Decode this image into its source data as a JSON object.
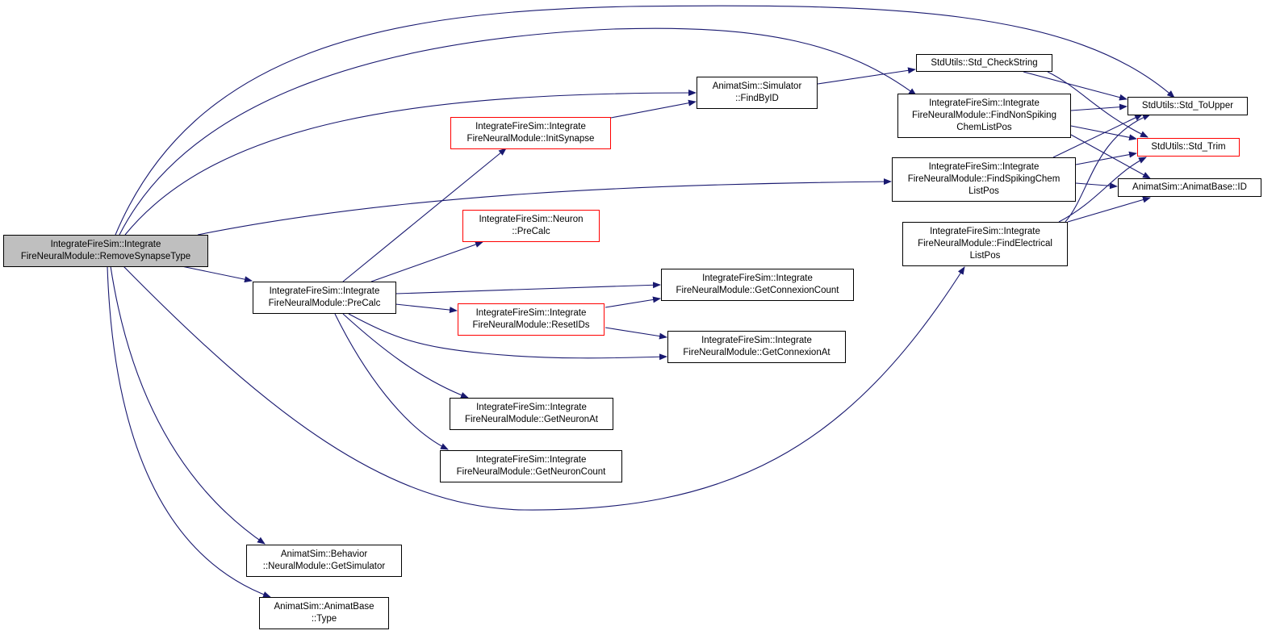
{
  "diagram": {
    "edge_color": "#191970",
    "node_border": "#000000",
    "truncated_border": "#ff0000",
    "root_fill": "#bfbfbf",
    "nodes": {
      "root": [
        "IntegrateFireSim::Integrate",
        "FireNeuralModule::RemoveSynapseType"
      ],
      "precalc_module": [
        "IntegrateFireSim::Integrate",
        "FireNeuralModule::PreCalc"
      ],
      "init_synapse": [
        "IntegrateFireSim::Integrate",
        "FireNeuralModule::InitSynapse"
      ],
      "neuron_precalc": [
        "IntegrateFireSim::Neuron",
        "::PreCalc"
      ],
      "reset_ids": [
        "IntegrateFireSim::Integrate",
        "FireNeuralModule::ResetIDs"
      ],
      "get_neuron_at": [
        "IntegrateFireSim::Integrate",
        "FireNeuralModule::GetNeuronAt"
      ],
      "get_neuron_count": [
        "IntegrateFireSim::Integrate",
        "FireNeuralModule::GetNeuronCount"
      ],
      "get_simulator": [
        "AnimatSim::Behavior",
        "::NeuralModule::GetSimulator"
      ],
      "type": [
        "AnimatSim::AnimatBase",
        "::Type"
      ],
      "find_by_id": [
        "AnimatSim::Simulator",
        "::FindByID"
      ],
      "get_connexion_count": [
        "IntegrateFireSim::Integrate",
        "FireNeuralModule::GetConnexionCount"
      ],
      "get_connexion_at": [
        "IntegrateFireSim::Integrate",
        "FireNeuralModule::GetConnexionAt"
      ],
      "check_string": [
        "StdUtils::Std_CheckString"
      ],
      "find_nonspiking": [
        "IntegrateFireSim::Integrate",
        "FireNeuralModule::FindNonSpiking",
        "ChemListPos"
      ],
      "find_spiking": [
        "IntegrateFireSim::Integrate",
        "FireNeuralModule::FindSpikingChem",
        "ListPos"
      ],
      "find_electrical": [
        "IntegrateFireSim::Integrate",
        "FireNeuralModule::FindElectrical",
        "ListPos"
      ],
      "to_upper": [
        "StdUtils::Std_ToUpper"
      ],
      "trim": [
        "StdUtils::Std_Trim"
      ],
      "animatbase_id": [
        "AnimatSim::AnimatBase::ID"
      ]
    }
  }
}
